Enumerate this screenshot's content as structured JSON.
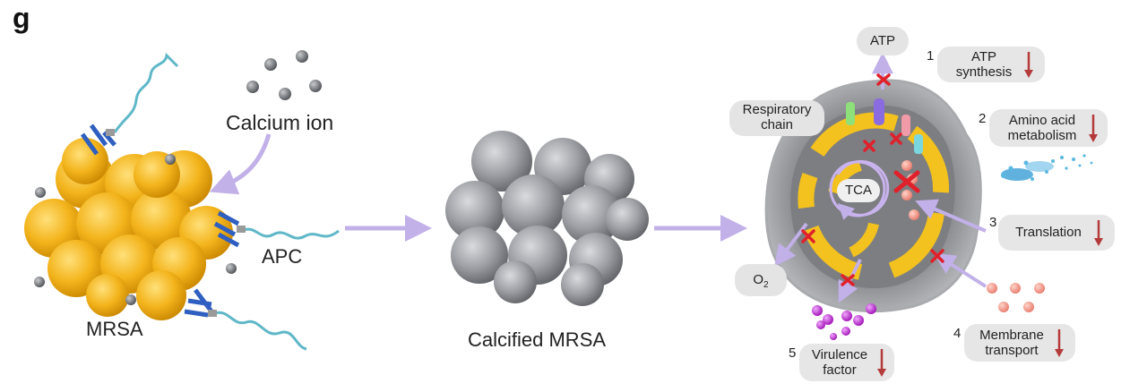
{
  "panel_letter": "g",
  "labels": {
    "calcium_ion": "Calcium ion",
    "apc": "APC",
    "mrsa": "MRSA",
    "calcified_mrsa": "Calcified MRSA",
    "tca": "TCA",
    "atp": "ATP",
    "respiratory_chain": [
      "Respiratory",
      "chain"
    ],
    "o2": "O",
    "o2_sub": "2"
  },
  "effects": [
    {
      "number": "1",
      "lines": [
        "ATP",
        "synthesis"
      ],
      "trend": "down"
    },
    {
      "number": "2",
      "lines": [
        "Amino acid",
        "metabolism"
      ],
      "trend": "down"
    },
    {
      "number": "3",
      "lines": [
        "Translation"
      ],
      "trend": "down"
    },
    {
      "number": "4",
      "lines": [
        "Membrane",
        "transport"
      ],
      "trend": "down"
    },
    {
      "number": "5",
      "lines": [
        "Virulence",
        "factor"
      ],
      "trend": "down"
    }
  ],
  "colors": {
    "bacteria": "#f2b21a",
    "calcified": "#9a9ca0",
    "arrow": "#b79ee0",
    "inhibit": "#e0202a",
    "down_arrow": "#b53a3a",
    "antibody": "#2f5fc0",
    "linker": "#5fb7c8"
  }
}
